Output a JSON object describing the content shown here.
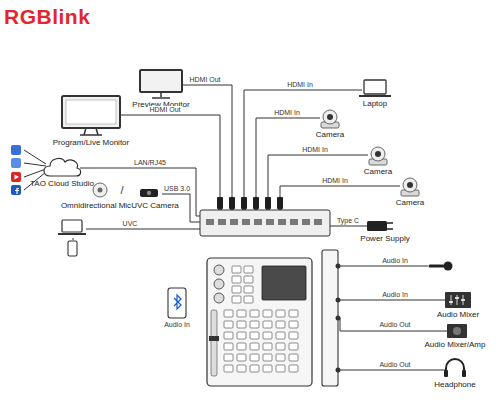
{
  "diagram": {
    "nodes": [
      {
        "text": [
          "Preview Monitor"
        ]
      },
      {
        "text": [
          "Program/Live Monitor"
        ]
      },
      {
        "text": [
          "Laptop"
        ]
      },
      {
        "text": [
          "Camera"
        ]
      },
      {
        "text": [
          "Camera"
        ]
      },
      {
        "text": [
          "Camera"
        ]
      },
      {
        "text": [
          "TAO Cloud Studio"
        ]
      },
      {
        "text": [
          "Omnidirectional Mic"
        ]
      },
      {
        "text": [
          "UVC Camera"
        ]
      },
      {
        "text": [
          "Power Supply"
        ]
      },
      {
        "text": [
          "Audio Mixer"
        ]
      },
      {
        "text": [
          "Audio Mixer/Amp"
        ]
      },
      {
        "text": [
          "Headphone"
        ]
      }
    ],
    "labels": [
      "RGBlink",
      "HDMI Out",
      "HDMI Out",
      "HDMI In",
      "HDMI In",
      "HDMI In",
      "HDMI In",
      "LAN/RJ45",
      "USB 3.0",
      "UVC",
      "Type C",
      "Audio In",
      "Audio In",
      "Audio Out",
      "Audio Out",
      "Audio In",
      "/"
    ]
  }
}
